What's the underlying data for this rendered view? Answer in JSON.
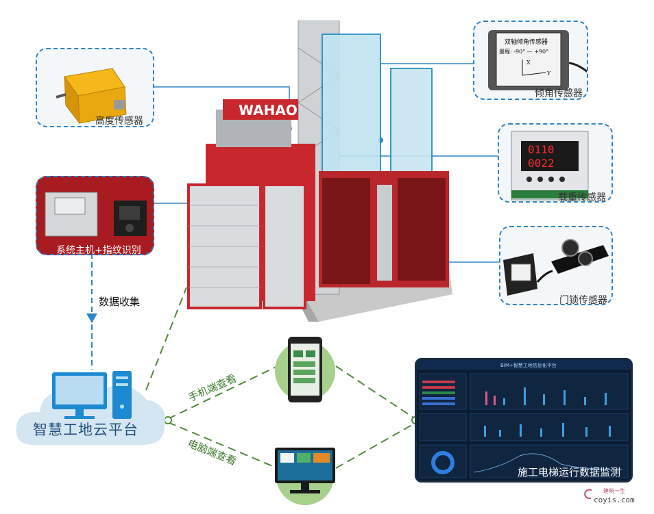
{
  "sensors": {
    "height": {
      "label": "高度传感器"
    },
    "tilt": {
      "label": "倾角传感器",
      "device_title": "双轴倾角传感器",
      "device_range": "量程: -90° — +90°",
      "axis_x": "X",
      "axis_y": "Y"
    },
    "host": {
      "label": "系统主机+指纹识别"
    },
    "load": {
      "label": "载重传感器",
      "display_top": "0110",
      "display_bottom": "0022"
    },
    "door": {
      "label": "门锁传感器"
    }
  },
  "hoist": {
    "brand": "WAHAO"
  },
  "flow": {
    "data_collection": "数据收集",
    "mobile_view": "手机端查看",
    "pc_view": "电脑端查看"
  },
  "platform": {
    "title": "智慧工地云平台"
  },
  "dashboard": {
    "title": "BIM+智慧工地信息化平台",
    "label": "施工电梯运行数据监测"
  },
  "watermark": {
    "cn": "建筑一生",
    "en": "coyis.com"
  },
  "colors": {
    "accent": "#2e84c6",
    "hoist_red": "#c8272d",
    "green": "#3d7a2c",
    "dashboard_bg": "#0b1c33"
  }
}
